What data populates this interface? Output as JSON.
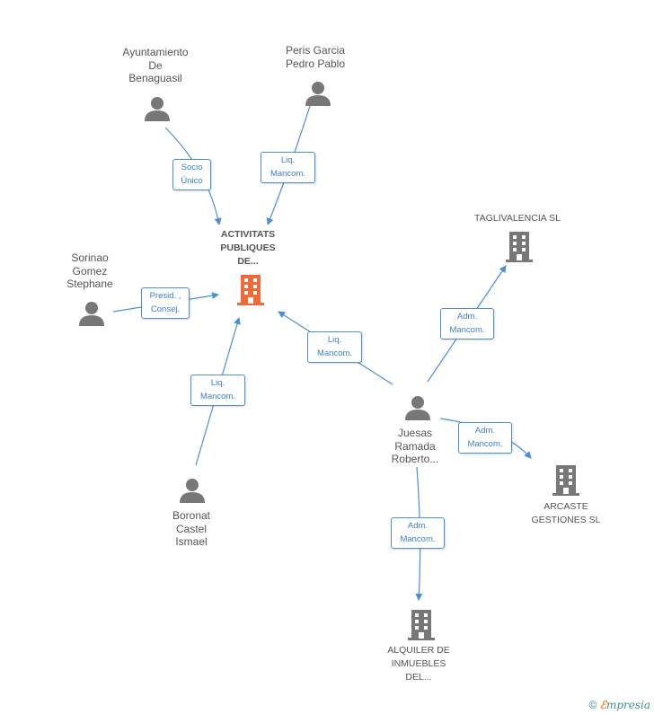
{
  "nodes": {
    "focus": {
      "name": "ACTIVITATS\nPUBLIQUES\nDE..."
    },
    "ayuntamiento": {
      "name": "Ayuntamiento\nDe\nBenaguasil"
    },
    "peris": {
      "name": "Peris Garcia\nPedro Pablo"
    },
    "sorinao": {
      "name": "Sorinao\nGomez\nStephane"
    },
    "boronat": {
      "name": "Boronat\nCastel\nIsmael"
    },
    "juesas": {
      "name": "Juesas\nRamada\nRoberto..."
    },
    "taglivalencia": {
      "name": "TAGLIVALENCIA SL"
    },
    "arcaste": {
      "name": "ARCASTE\nGESTIONES SL"
    },
    "alquiler": {
      "name": "ALQUILER DE\nINMUEBLES\nDEL..."
    }
  },
  "edges": {
    "ayuntamiento_focus": "Socio\nÚnico",
    "peris_focus": "Liq.\nMancom.",
    "sorinao_focus": "Presid. ,\nConsej.",
    "boronat_focus": "Liq.\nMancom.",
    "juesas_focus": "Liq.\nMancom.",
    "juesas_taglivalencia": "Adm.\nMancom.",
    "juesas_arcaste": "Adm.\nMancom.",
    "juesas_alquiler": "Adm.\nMancom."
  },
  "footer": {
    "copyright": "©",
    "brand_e": "ℰ",
    "brand_rest": "mpresia"
  },
  "colors": {
    "edge": "#4a8fd8",
    "focus_building": "#f26a3a",
    "building": "#777777",
    "person": "#777777"
  }
}
